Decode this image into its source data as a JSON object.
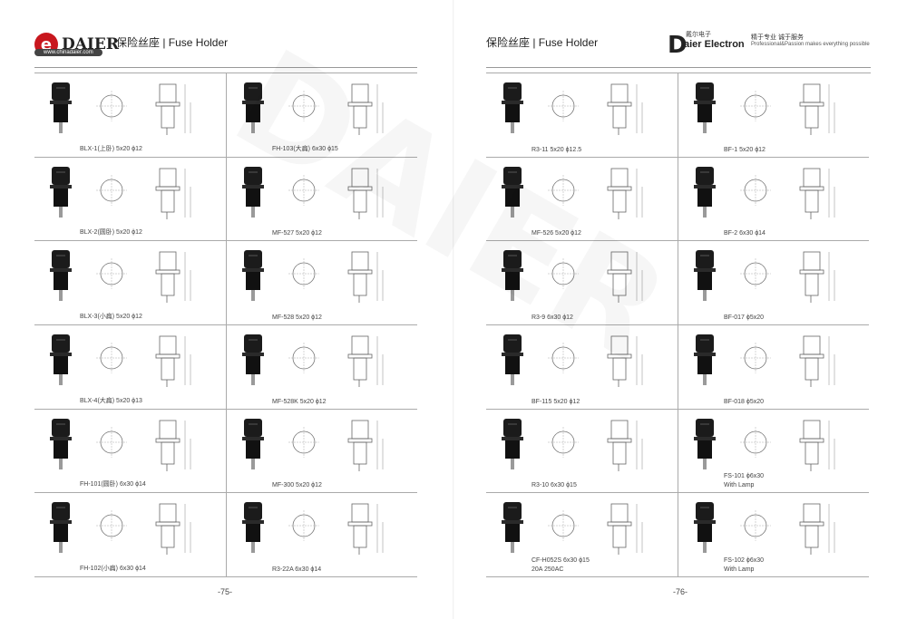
{
  "left": {
    "brand": "DAIER",
    "site": "www.chinadaier.com",
    "title": "保险丝座 | Fuse Holder",
    "page_no": "-75-",
    "cells": [
      {
        "label": "BLX-1(上卧)  5x20  ϕ12"
      },
      {
        "label": "FH-103(大扁)  6x30  ϕ15"
      },
      {
        "label": "BLX-2(圆卧)  5x20  ϕ12"
      },
      {
        "label": "MF-527  5x20  ϕ12"
      },
      {
        "label": "BLX-3(小扁)  5x20  ϕ12"
      },
      {
        "label": "MF-528  5x20  ϕ12"
      },
      {
        "label": "BLX-4(大扁)  5x20  ϕ13"
      },
      {
        "label": "MF-528K  5x20  ϕ12"
      },
      {
        "label": "FH-101(圆卧)  6x30  ϕ14"
      },
      {
        "label": "MF-300  5x20  ϕ12"
      },
      {
        "label": "FH-102(小扁)  6x30  ϕ14"
      },
      {
        "label": "R3-22A  6x30  ϕ14"
      }
    ]
  },
  "right": {
    "title": "保险丝座 | Fuse Holder",
    "brand_d": "D",
    "brand_cn": "戴尔电子",
    "brand_en": "aier Electron",
    "slogan_cn": "精于专业  诚于服务",
    "slogan_en": "Professional&Passion makes everything possible",
    "page_no": "-76-",
    "cells": [
      {
        "label": "R3-11  5x20  ϕ12.5"
      },
      {
        "label": "BF-1  5x20  ϕ12"
      },
      {
        "label": "MF-526  5x20  ϕ12"
      },
      {
        "label": "BF-2  6x30  ϕ14"
      },
      {
        "label": "R3-9  6x30  ϕ12"
      },
      {
        "label": "BF-017  ϕ5x20"
      },
      {
        "label": "BF-115  5x20  ϕ12"
      },
      {
        "label": "BF-018  ϕ5x20"
      },
      {
        "label": "R3-10  6x30  ϕ15"
      },
      {
        "label": "FS-101  ϕ6x30",
        "sub": "With Lamp"
      },
      {
        "label": "CF-H052S  6x30  ϕ15",
        "sub": "20A  250AC"
      },
      {
        "label": "FS-102  ϕ6x30",
        "sub": "With Lamp"
      }
    ]
  },
  "colors": {
    "brand_red": "#c8171e",
    "grid_line": "#aaaaaa"
  }
}
